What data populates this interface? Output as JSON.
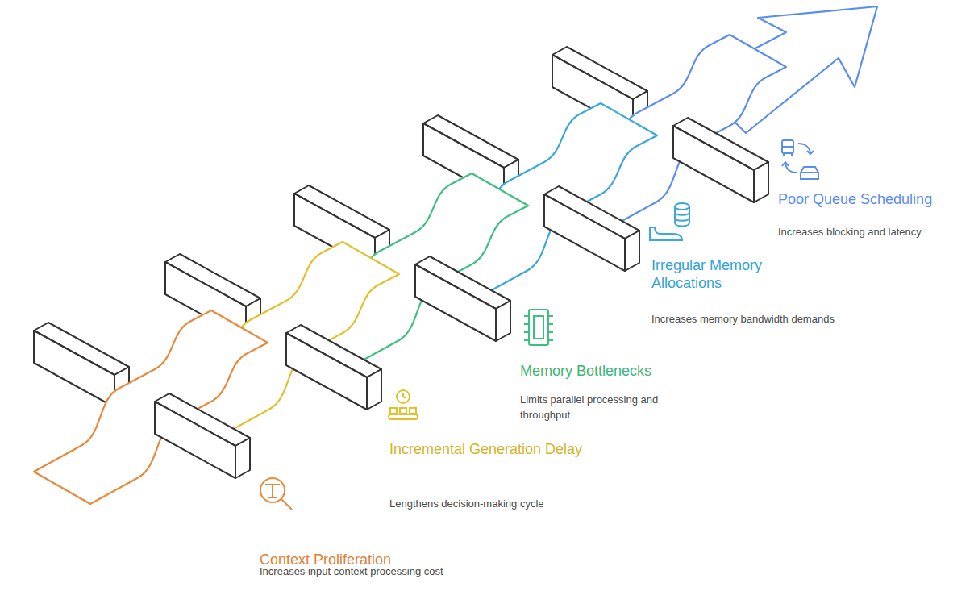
{
  "diagram": {
    "labels": [
      "Context Proliferation",
      "Increases input context processing cost",
      "Incremental Generation Delay",
      "Lengthens decision-making cycle",
      "Memory Bottlenecks",
      "Limits parallel processing and throughput",
      "Irregular Memory Allocations",
      "Increases memory bandwidth demands",
      "Poor Queue Scheduling",
      "Increases blocking and latency"
    ]
  }
}
